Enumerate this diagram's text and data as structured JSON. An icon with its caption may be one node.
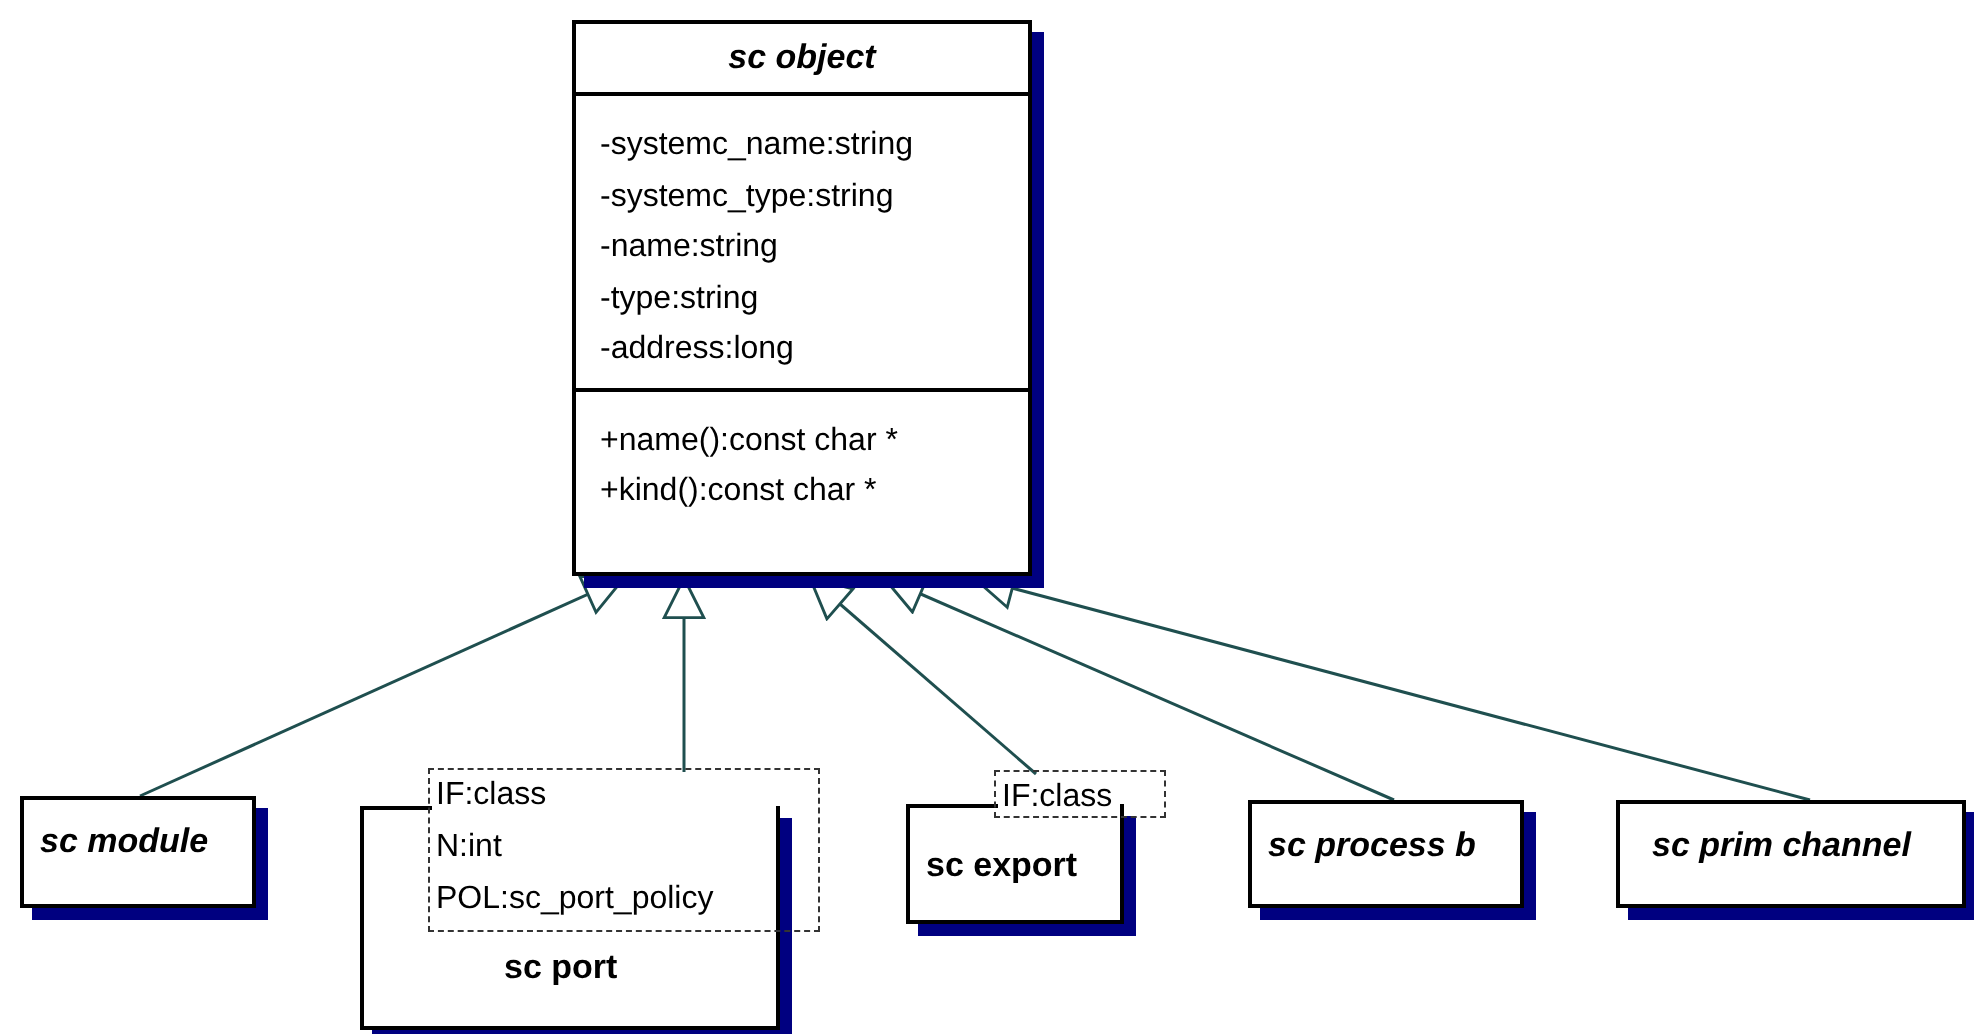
{
  "diagram": {
    "nodes": [
      {
        "text": [
          "sc object",
          "-systemc_name:string",
          "-systemc_type:string",
          "-name:string",
          "-type:string",
          "-address:long",
          "+name():const char *",
          "+kind():const char *"
        ]
      },
      {
        "text": [
          "sc module"
        ]
      },
      {
        "text": [
          "IF:class",
          "N:int",
          "POL:sc_port_policy"
        ]
      },
      {
        "text": [
          "sc port"
        ]
      },
      {
        "text": [
          "IF:class"
        ]
      },
      {
        "text": [
          "sc export"
        ]
      },
      {
        "text": [
          "sc process b"
        ]
      },
      {
        "text": [
          "sc prim channel"
        ]
      }
    ],
    "edges": [
      {
        "from": 1,
        "to": 0,
        "arrow": "to"
      },
      {
        "from": 2,
        "to": 0,
        "arrow": "to"
      },
      {
        "from": 4,
        "to": 0,
        "arrow": "to"
      },
      {
        "from": 6,
        "to": 0,
        "arrow": "to"
      },
      {
        "from": 7,
        "to": 0,
        "arrow": "to"
      }
    ]
  }
}
